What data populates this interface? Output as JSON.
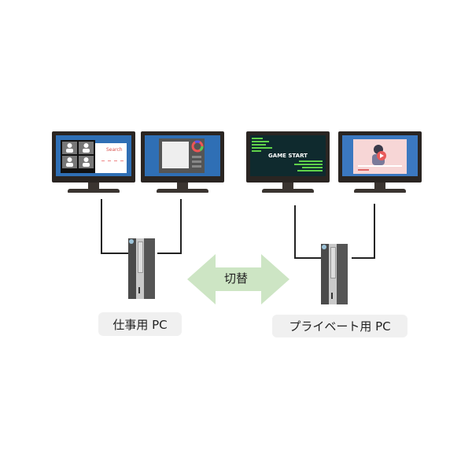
{
  "switch_label": "切替",
  "work_pc": {
    "label": "仕事用 PC",
    "monitor_left": {
      "content": "video-conference-and-search",
      "search_text": "Search"
    },
    "monitor_right": {
      "content": "paint-app"
    }
  },
  "private_pc": {
    "label": "プライベート用 PC",
    "monitor_left": {
      "content": "game",
      "game_text": "GAME START"
    },
    "monitor_right": {
      "content": "video-player"
    }
  },
  "colors": {
    "arrow": "#cde5c4",
    "screen_blue": "#2f6fb5",
    "game_bg": "#0f2a2e",
    "game_code": "#5fd14a",
    "label_bg": "#f0f0f0"
  }
}
